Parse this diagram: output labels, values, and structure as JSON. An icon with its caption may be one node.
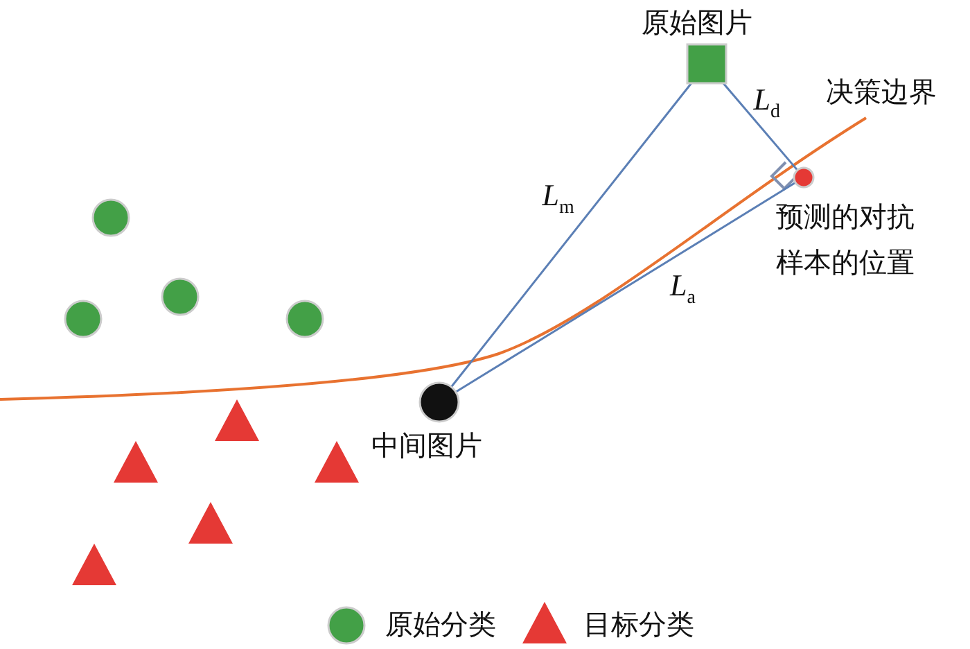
{
  "diagram": {
    "nodes": [
      {
        "text": [
          "原始图片"
        ]
      },
      {
        "text": [
          "中间图片"
        ]
      },
      {
        "text": [
          "预测的对抗样本的位置"
        ]
      }
    ],
    "edges": [
      {
        "from": 0,
        "to": 1,
        "arrow": "none",
        "label": "*L*$_{m}$"
      },
      {
        "from": 0,
        "to": 2,
        "arrow": "none",
        "label": "*L*$_{d}$"
      },
      {
        "from": 1,
        "to": 2,
        "arrow": "none",
        "label": "*L*$_{a}$"
      }
    ],
    "labels": [
      "决策边界"
    ],
    "legend": [
      {
        "text": "原始分类"
      },
      {
        "text": "目标分类"
      }
    ]
  }
}
